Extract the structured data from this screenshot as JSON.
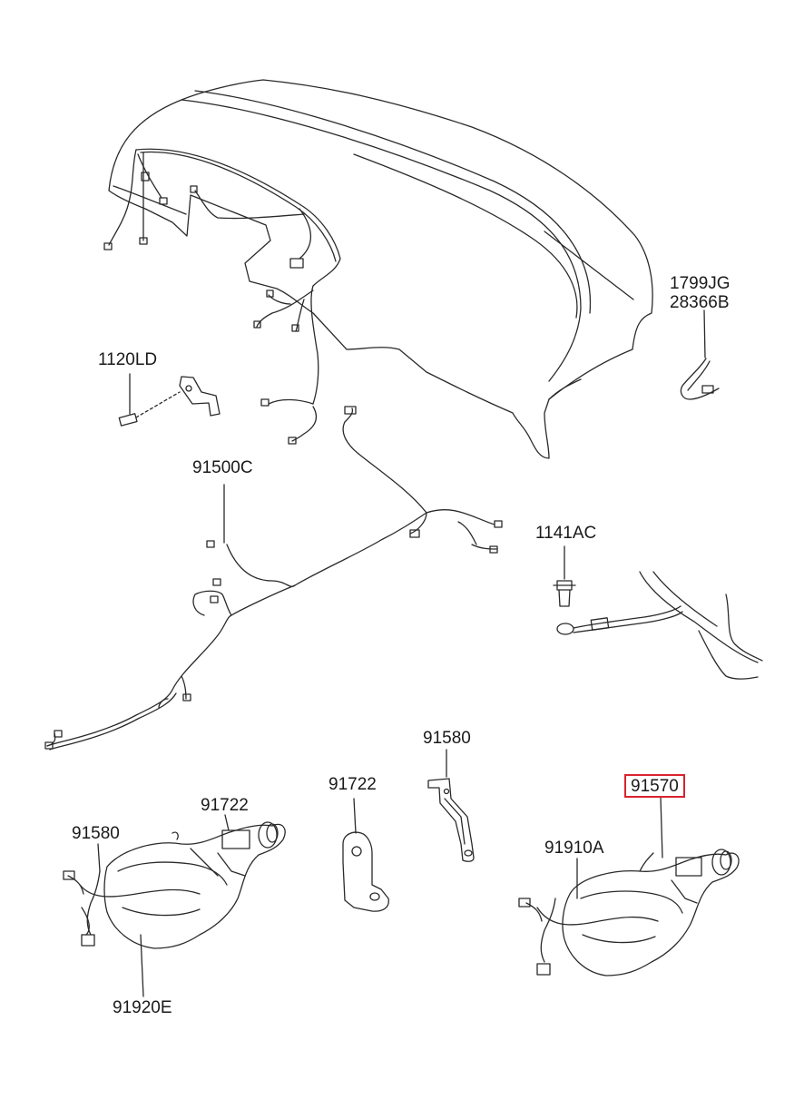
{
  "labels": {
    "l_1799JG": "1799JG",
    "l_28366B": "28366B",
    "l_1120LD": "1120LD",
    "l_91500C": "91500C",
    "l_1141AC": "1141AC",
    "l_91580_top": "91580",
    "l_91722_mid": "91722",
    "l_91570": "91570",
    "l_91722_left": "91722",
    "l_91580_left": "91580",
    "l_91910A": "91910A",
    "l_91920E": "91920E"
  },
  "colors": {
    "line": "#2a2a2a",
    "highlight": "#d9232e",
    "background": "#ffffff"
  }
}
